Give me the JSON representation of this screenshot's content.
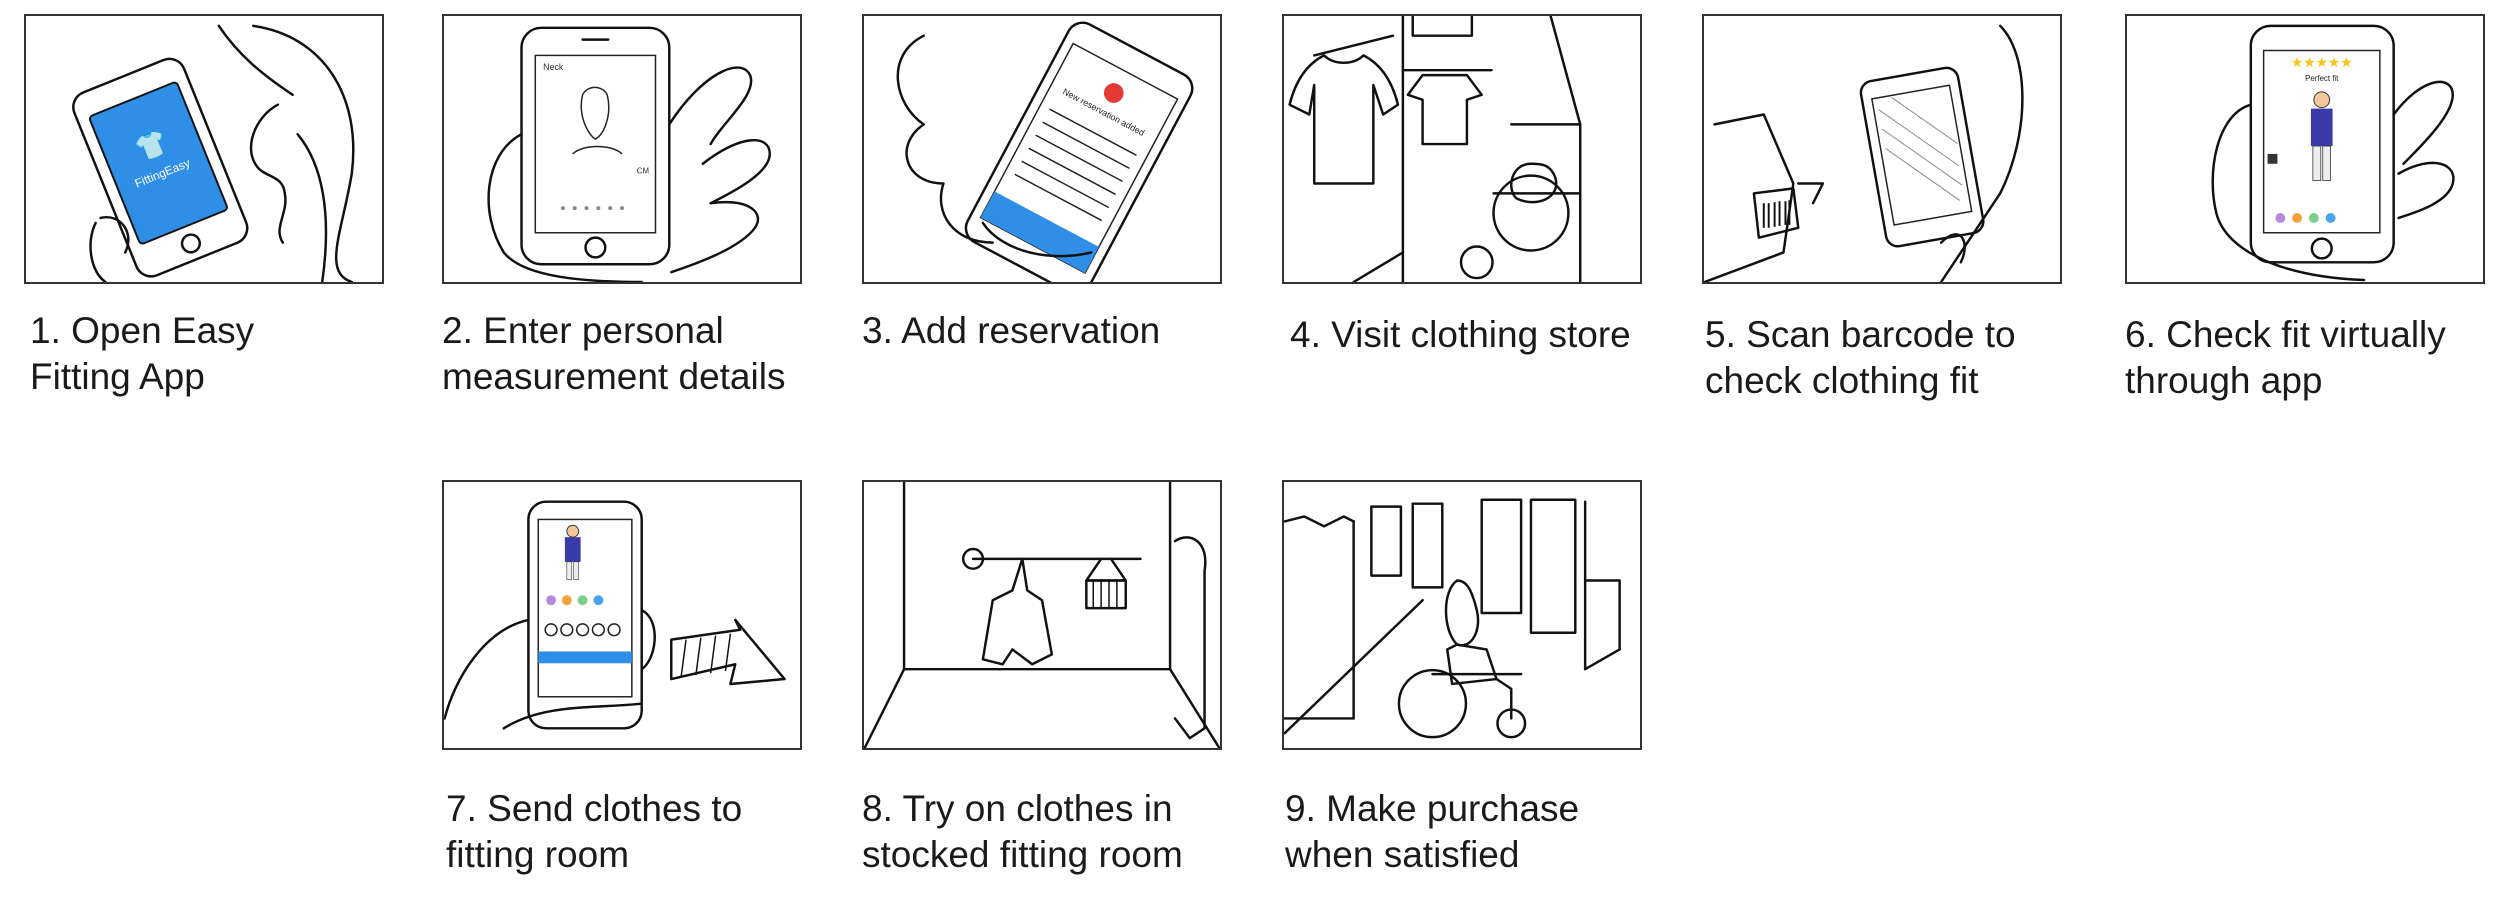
{
  "steps": [
    {
      "label": "1. Open Easy\n    Fitting App",
      "screen_text": "FittingEasy"
    },
    {
      "label": "2. Enter personal\nmeasurement details",
      "screen_text": "Neck",
      "unit": "CM"
    },
    {
      "label": "3. Add reservation",
      "screen_text": "New reservation added"
    },
    {
      "label": "4. Visit clothing store"
    },
    {
      "label": "5. Scan barcode to\ncheck clothing fit"
    },
    {
      "label": "6. Check fit virtually\nthrough app",
      "rating": "★★★★★",
      "screen_text": "Perfect fit"
    },
    {
      "label": "7. Send clothes to\nfitting room"
    },
    {
      "label": "8. Try on clothes in\nstocked fitting room"
    },
    {
      "label": "9. Make purchase\nwhen satisfied"
    }
  ],
  "colors": {
    "app_blue": "#2f8ee6",
    "accent_red": "#e53935",
    "swatch_purple": "#b48ae0",
    "swatch_orange": "#f2a23a",
    "swatch_green": "#7ccf8a",
    "swatch_blue": "#4aa3e8",
    "star_yellow": "#f5c518"
  }
}
